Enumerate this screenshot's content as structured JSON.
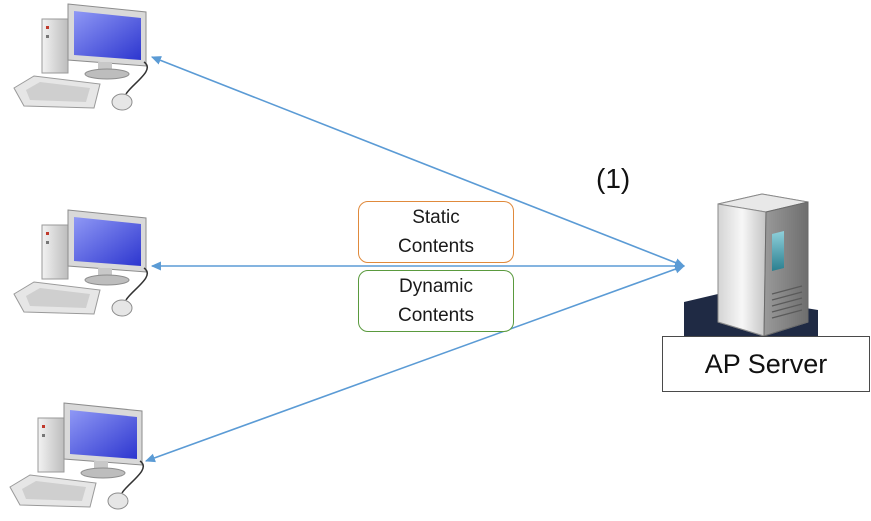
{
  "server": {
    "label": "AP Server"
  },
  "step": {
    "label": "(1)"
  },
  "contents": {
    "static_line1": "Static",
    "static_line2": "Contents",
    "dynamic_line1": "Dynamic",
    "dynamic_line2": "Contents"
  },
  "colors": {
    "connector": "#5b9bd5",
    "static_border": "#e08a3c",
    "dynamic_border": "#5a9a3e"
  },
  "icons": {
    "client": "desktop-computer-icon",
    "server": "tower-server-icon"
  }
}
